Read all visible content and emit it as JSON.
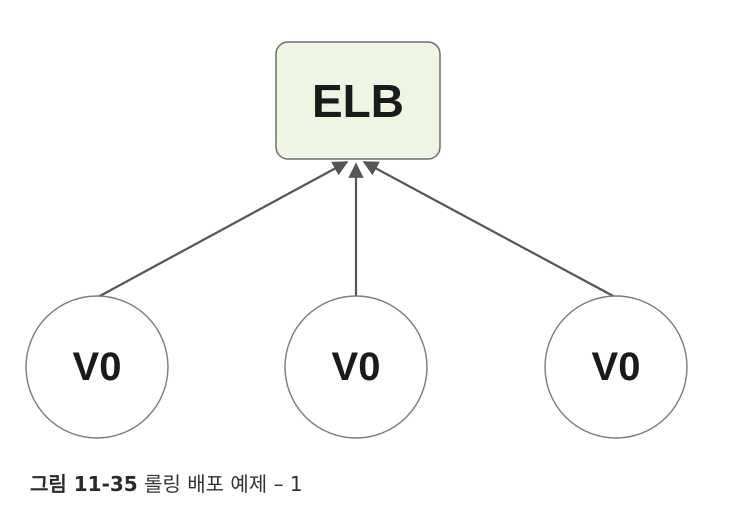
{
  "diagram": {
    "load_balancer": {
      "label": "ELB"
    },
    "instances": [
      {
        "label": "V0"
      },
      {
        "label": "V0"
      },
      {
        "label": "V0"
      }
    ]
  },
  "caption": {
    "label": "그림 11-35",
    "text": "롤링 배포 예제 – 1"
  }
}
